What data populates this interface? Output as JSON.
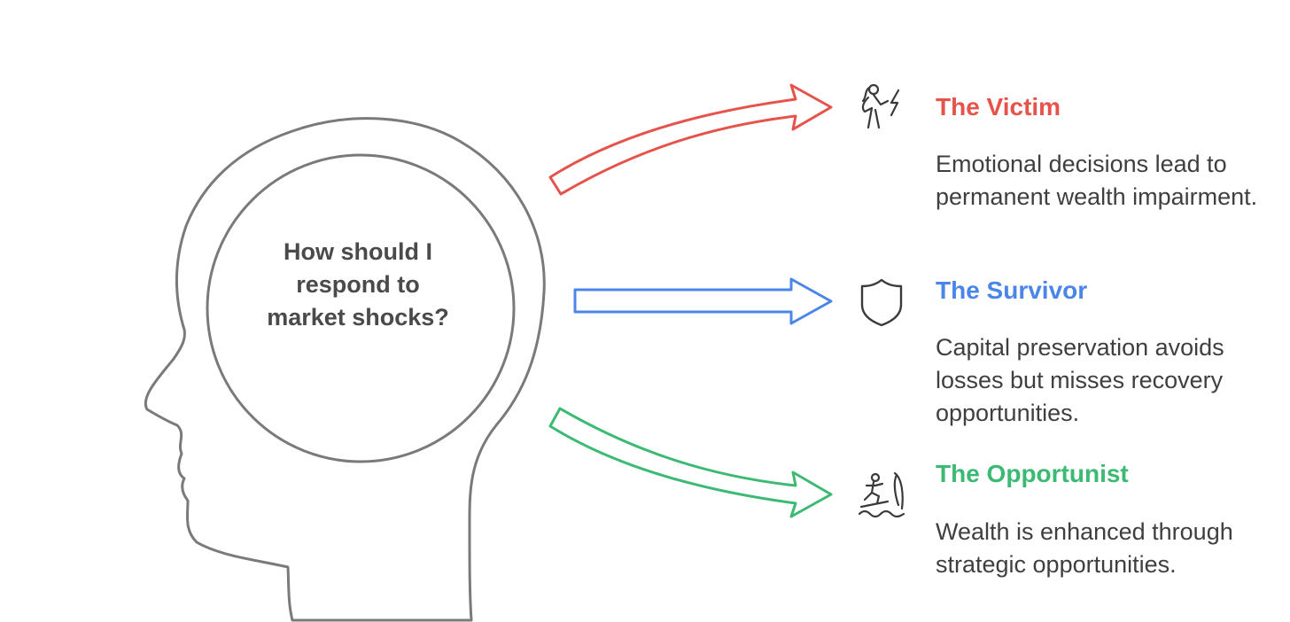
{
  "question": "How should I respond to market shocks?",
  "options": [
    {
      "title": "The Victim",
      "description": "Emotional decisions lead to permanent wealth impairment.",
      "icon": "victim-lightning-icon",
      "color": "#e5534b"
    },
    {
      "title": "The Survivor",
      "description": "Capital preservation avoids losses but misses recovery opportunities.",
      "icon": "shield-icon",
      "color": "#4a86e8"
    },
    {
      "title": "The Opportunist",
      "description": "Wealth is enhanced through strategic opportunities.",
      "icon": "surfer-wave-icon",
      "color": "#3cba74"
    }
  ],
  "colors": {
    "outline": "#7a7a7a",
    "text": "#4a4a4a"
  }
}
